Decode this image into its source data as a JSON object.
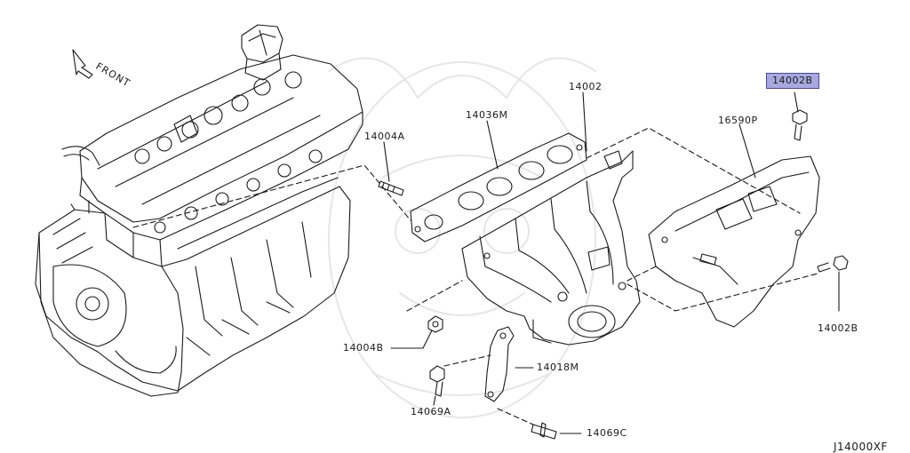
{
  "diagram": {
    "front_label": "FRONT",
    "diagram_code": "J14000XF",
    "accent_highlight": "#a8a8e0",
    "parts": [
      {
        "id": "p14002B_top",
        "label": "14002B",
        "highlighted": true
      },
      {
        "id": "p14002",
        "label": "14002"
      },
      {
        "id": "p14036M",
        "label": "14036M"
      },
      {
        "id": "p14004A",
        "label": "14004A"
      },
      {
        "id": "p16590P",
        "label": "16590P"
      },
      {
        "id": "p14002B_right",
        "label": "14002B"
      },
      {
        "id": "p14004B",
        "label": "14004B"
      },
      {
        "id": "p14018M",
        "label": "14018M"
      },
      {
        "id": "p14069A",
        "label": "14069A"
      },
      {
        "id": "p14069C",
        "label": "14069C"
      }
    ]
  }
}
